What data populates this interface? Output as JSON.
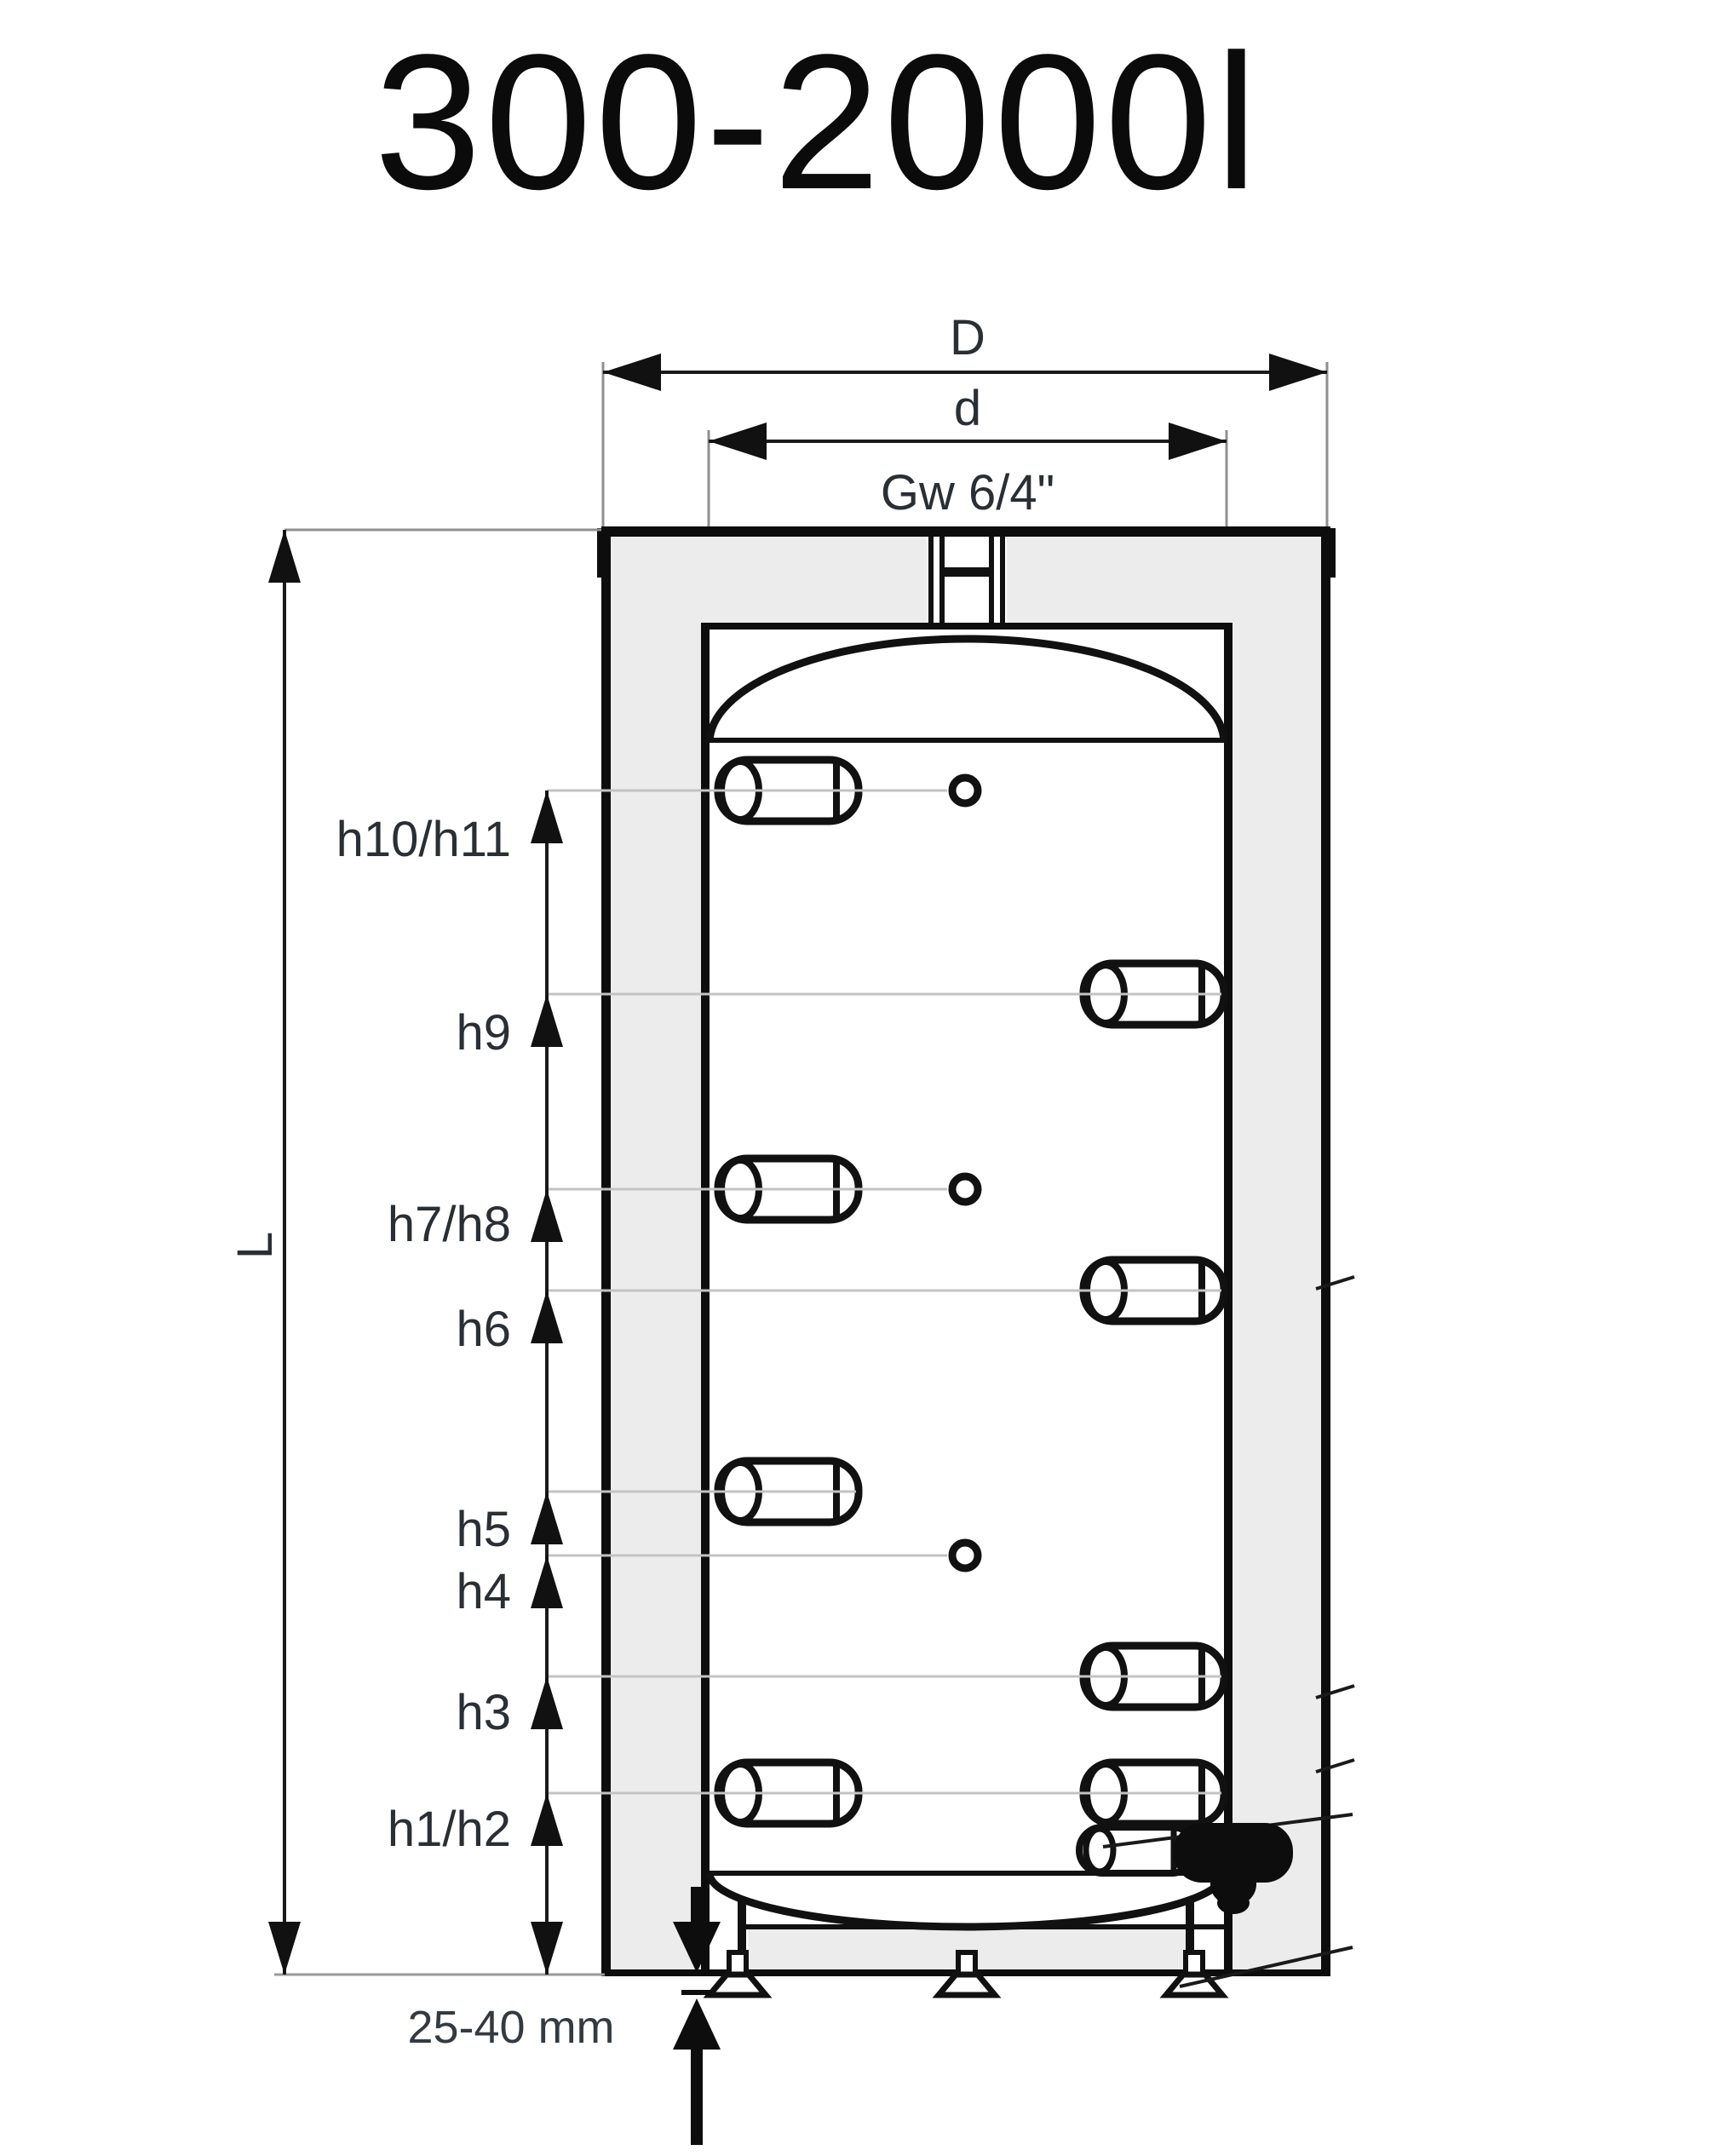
{
  "title": "300-2000l",
  "diagram": {
    "type": "technical-dimension-drawing",
    "subject": "insulated buffer tank cross-section",
    "dim_D": "D",
    "dim_d": "d",
    "thread": "Gw 6/4\"",
    "dim_L": "L",
    "foot_range": "25-40 mm",
    "h_labels": [
      "h10/h11",
      "h9",
      "h7/h8",
      "h6",
      "h5",
      "h4",
      "h3",
      "h1/h2"
    ],
    "colors": {
      "line": "#111111",
      "insulation_fill": "#ececec",
      "leader_line": "#c3c3c3",
      "extension_line": "#8f8f8f",
      "label_text": "#2a2e35",
      "background": "#ffffff"
    }
  }
}
